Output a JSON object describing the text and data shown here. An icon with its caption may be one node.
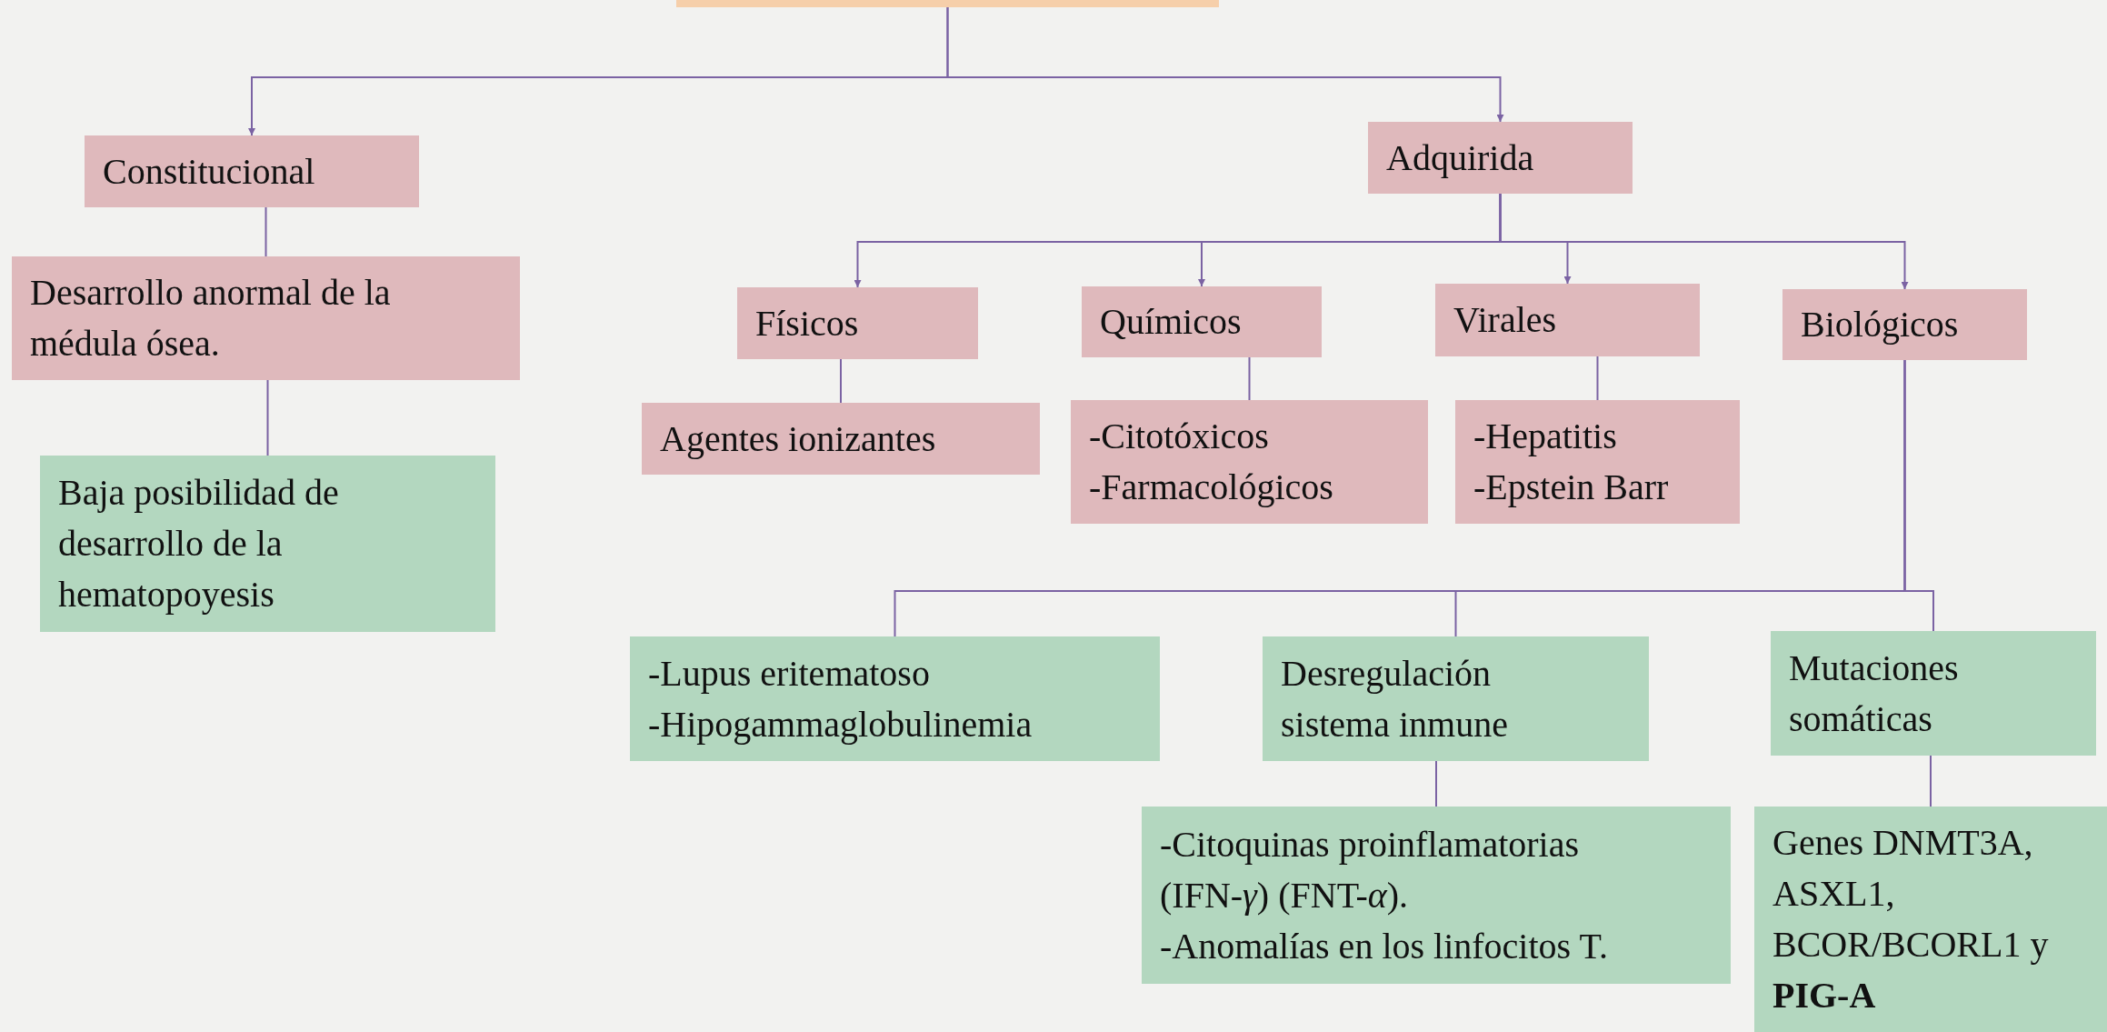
{
  "diagram": {
    "nodes": [
      {
        "text": [],
        "shape": "box"
      },
      {
        "text": [
          "Constitucional"
        ]
      },
      {
        "text": [
          "Adquirida"
        ]
      },
      {
        "text": [
          "Desarrollo anormal de la médula ósea."
        ]
      },
      {
        "text": [
          "Baja posibilidad de desarrollo de la hematopoyesis"
        ]
      },
      {
        "text": [
          "Físicos"
        ]
      },
      {
        "text": [
          "Químicos"
        ]
      },
      {
        "text": [
          "Virales"
        ]
      },
      {
        "text": [
          "Biológicos"
        ]
      },
      {
        "text": [
          "Agentes ionizantes"
        ]
      },
      {
        "text": [
          "-Citotóxicos",
          "-Farmacológicos"
        ]
      },
      {
        "text": [
          "-Hepatitis",
          "-Epstein Barr"
        ]
      },
      {
        "text": [
          "-Lupus eritematoso",
          "-Hipogammaglobulinemia"
        ]
      },
      {
        "text": [
          "Desregulación sistema inmune"
        ]
      },
      {
        "text": [
          "Mutaciones somáticas"
        ]
      },
      {
        "text": [
          "-Citoquinas proinflamatorias (IFN-*γ*) (FNT-*α*).",
          "-Anomalías en los linfocitos T."
        ]
      },
      {
        "text": [
          "Genes DNMT3A, ASXL1, BCOR/BCORL1 y **PIG-A**"
        ]
      }
    ],
    "edges": [
      {
        "from": 0,
        "to": 1,
        "arrow": "to"
      },
      {
        "from": 0,
        "to": 2,
        "arrow": "to"
      },
      {
        "from": 1,
        "to": 3,
        "arrow": "none"
      },
      {
        "from": 3,
        "to": 4,
        "arrow": "none"
      },
      {
        "from": 2,
        "to": 5,
        "arrow": "to"
      },
      {
        "from": 2,
        "to": 6,
        "arrow": "to"
      },
      {
        "from": 2,
        "to": 7,
        "arrow": "to"
      },
      {
        "from": 2,
        "to": 8,
        "arrow": "to"
      },
      {
        "from": 5,
        "to": 9,
        "arrow": "none"
      },
      {
        "from": 6,
        "to": 10,
        "arrow": "none"
      },
      {
        "from": 7,
        "to": 11,
        "arrow": "none"
      },
      {
        "from": 8,
        "to": 12,
        "arrow": "none"
      },
      {
        "from": 8,
        "to": 13,
        "arrow": "none"
      },
      {
        "from": 8,
        "to": 14,
        "arrow": "none"
      },
      {
        "from": 13,
        "to": 15,
        "arrow": "none"
      },
      {
        "from": 14,
        "to": 16,
        "arrow": "none"
      }
    ]
  }
}
